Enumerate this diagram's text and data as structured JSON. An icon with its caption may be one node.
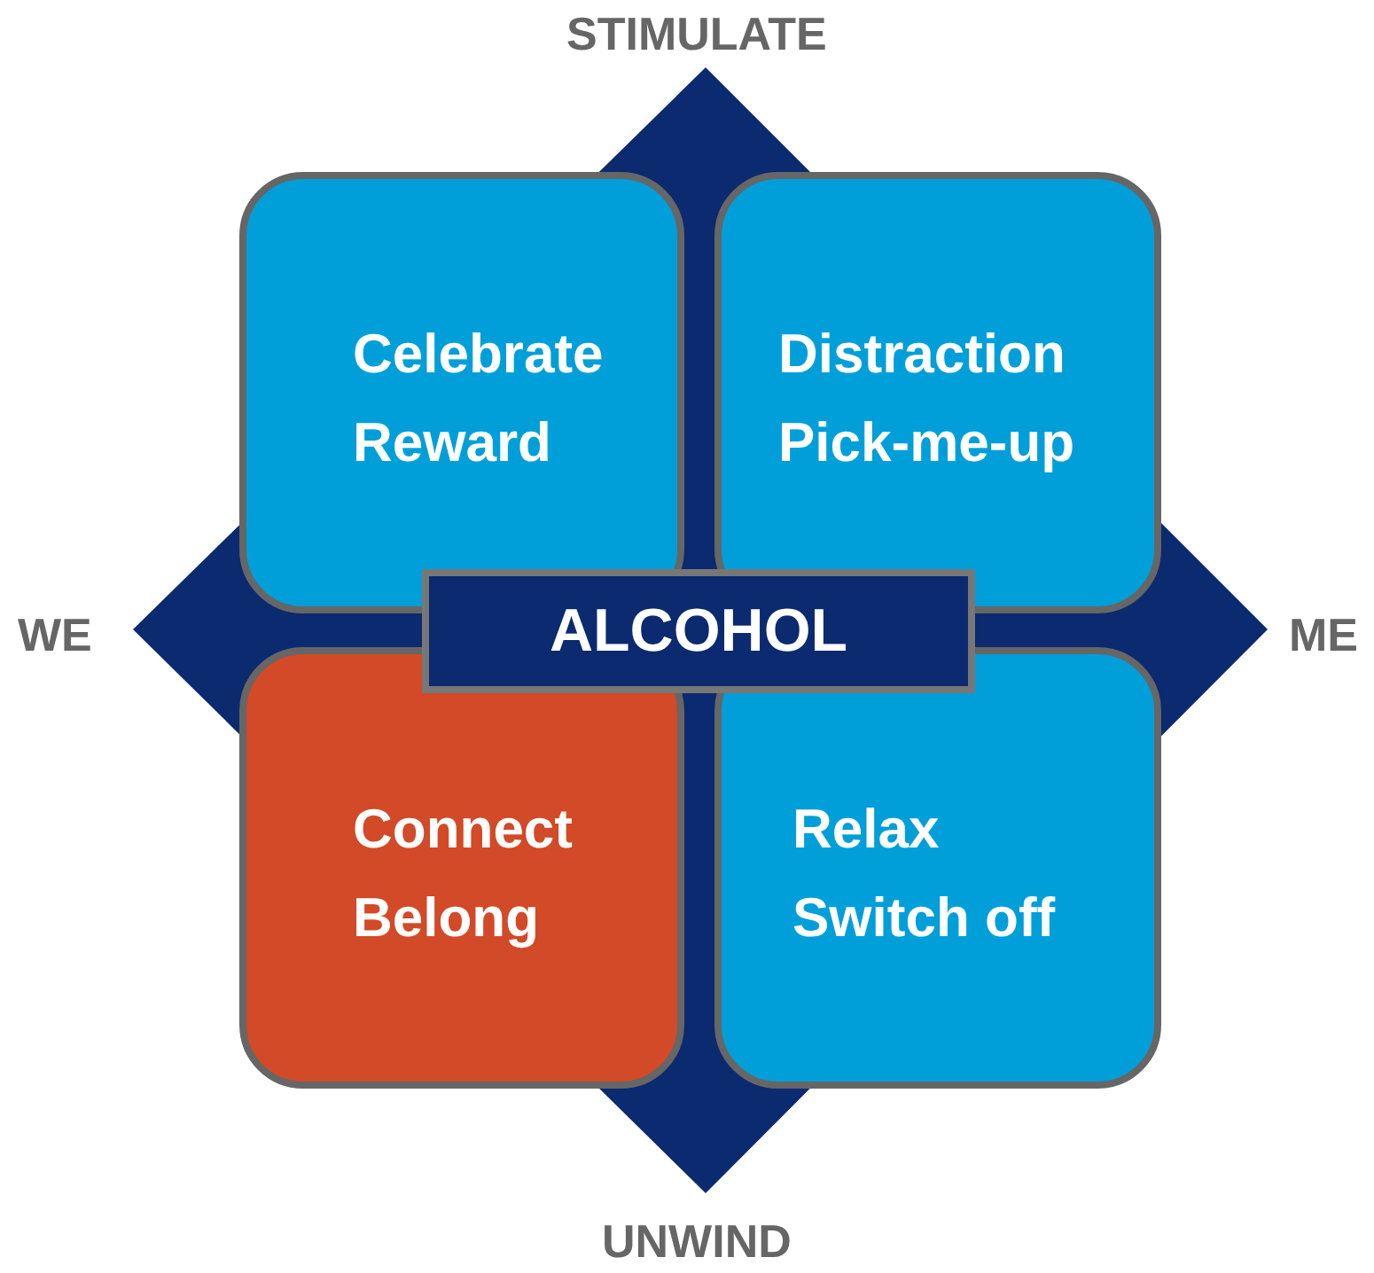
{
  "diagram": {
    "nodes": [
      {
        "text": [
          "Celebrate",
          "Reward"
        ]
      },
      {
        "text": [
          "Distraction",
          "Pick-me-up"
        ]
      },
      {
        "text": [
          "ALCOHOL"
        ]
      },
      {
        "text": [
          "Connect",
          "Belong"
        ]
      },
      {
        "text": [
          "Relax",
          "Switch off"
        ]
      }
    ],
    "edges": [],
    "labels": [
      "STIMULATE",
      "WE",
      "ME",
      "UNWIND"
    ]
  }
}
